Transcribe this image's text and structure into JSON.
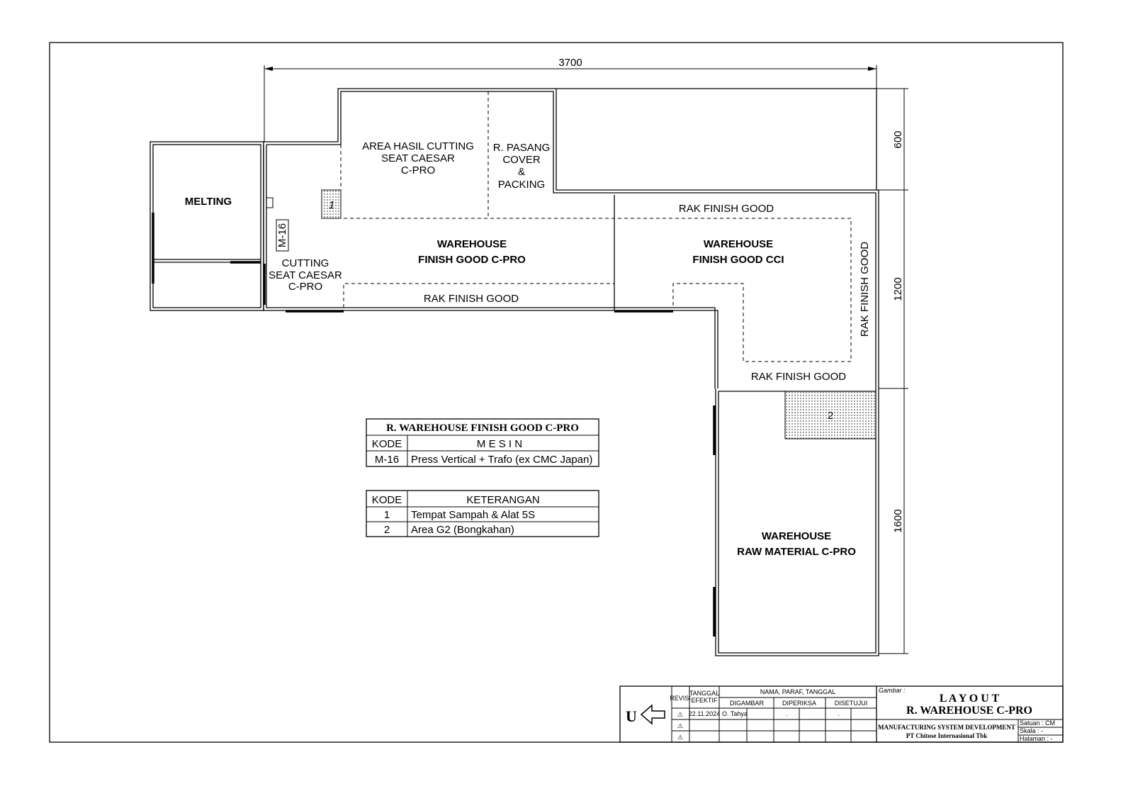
{
  "dimensions": {
    "width": "3700",
    "d1": "600",
    "d2": "1200",
    "d3": "1600"
  },
  "rooms": {
    "melting": "MELTING",
    "area_hasil": [
      "AREA HASIL CUTTING",
      "SEAT CAESAR",
      "C-PRO"
    ],
    "pasang": [
      "R. PASANG",
      "COVER",
      "&",
      "PACKING"
    ],
    "cutting": [
      "CUTTING",
      "SEAT CAESAR",
      "C-PRO"
    ],
    "wh_fg_cpro": [
      "WAREHOUSE",
      "FINISH GOOD C-PRO"
    ],
    "wh_fg_cci": [
      "WAREHOUSE",
      "FINISH GOOD CCI"
    ],
    "wh_rm": [
      "WAREHOUSE",
      "RAW MATERIAL C-PRO"
    ],
    "rak": "RAK FINISH GOOD",
    "machine": "M-16",
    "marker1": "1",
    "marker2": "2"
  },
  "table_mesin": {
    "title": "R. WAREHOUSE FINISH GOOD C-PRO",
    "headers": [
      "KODE",
      "M E S I N"
    ],
    "rows": [
      [
        "M-16",
        "Press Vertical + Trafo (ex CMC Japan)"
      ]
    ]
  },
  "table_ket": {
    "headers": [
      "KODE",
      "KETERANGAN"
    ],
    "rows": [
      [
        "1",
        "Tempat Sampah & Alat 5S"
      ],
      [
        "2",
        "Area G2 (Bongkahan)"
      ]
    ]
  },
  "title_block": {
    "north": "U",
    "revisi": "REVISI",
    "tanggal": [
      "TANGGAL",
      "EFEKTIF"
    ],
    "nama": "NAMA, PARAF, TANGGAL",
    "digambar": "DIGAMBAR",
    "diperiksa": "DIPERIKSA",
    "disetujui": "DISETUJUI",
    "date": "22.11.2024",
    "drawn_by": "O. Tahya",
    "dot": ".",
    "rev_symbol": "⚠",
    "gambar": "Gambar :",
    "title1": "L A Y O U T",
    "title2": "R. WAREHOUSE C-PRO",
    "dept": "MANUFACTURING SYSTEM DEVELOPMENT",
    "company": "PT Chitose Internasional Tbk",
    "satuan": "Satuan : CM",
    "skala": "Skala   : -",
    "halaman": "Halaman : -"
  }
}
